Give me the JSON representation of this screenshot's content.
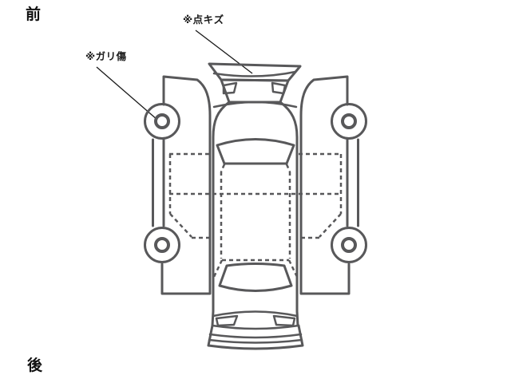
{
  "diagram": {
    "orientation_labels": {
      "front": "前",
      "rear": "後"
    },
    "annotations": [
      {
        "id": "point-scratch",
        "label": "※点キズ",
        "target": "front-bumper"
      },
      {
        "id": "scrape-damage",
        "label": "※ガリ傷",
        "target": "front-left-wheel"
      }
    ],
    "colors": {
      "outline": "#58585a",
      "annotation": "#1a1a1a",
      "background": "#ffffff"
    }
  }
}
